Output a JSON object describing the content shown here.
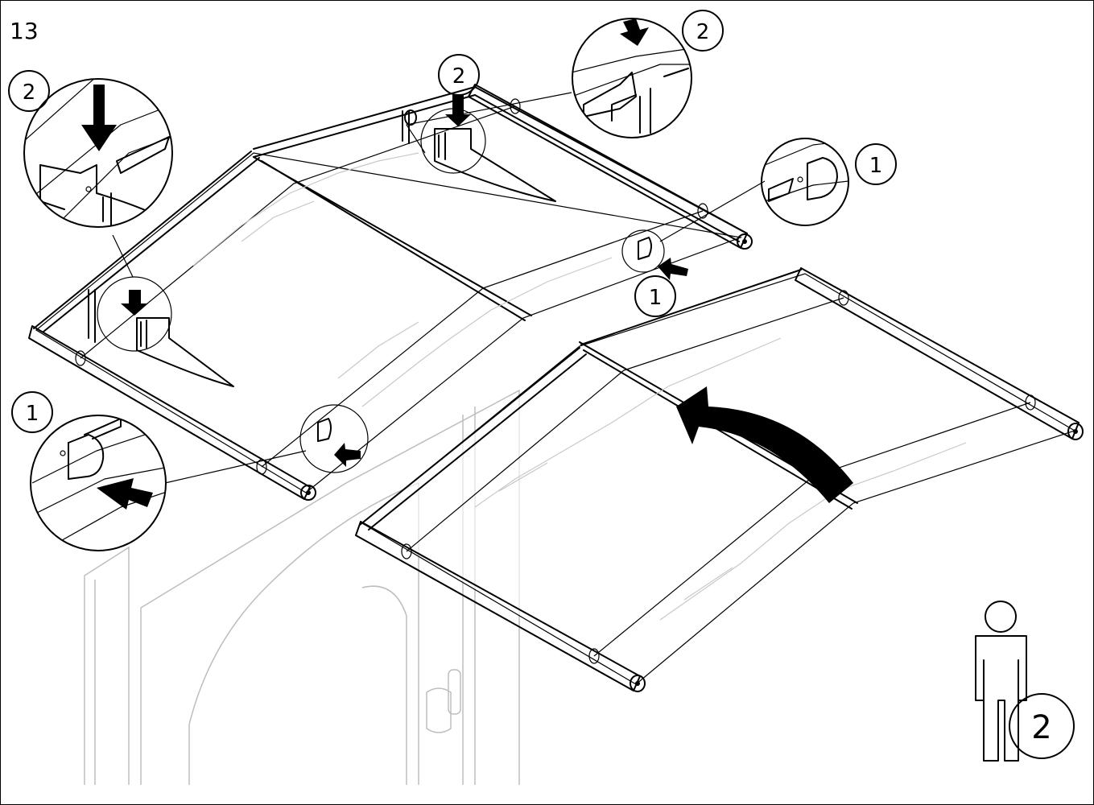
{
  "step": {
    "number": "13"
  },
  "callouts": {
    "badge_2_left": "2",
    "badge_2_center": "2",
    "badge_2_top_right": "2",
    "badge_1_right": "1",
    "badge_1_right_lower": "1",
    "badge_1_left": "1"
  },
  "people": {
    "count": "2",
    "icon": "person-icon"
  },
  "colors": {
    "line": "#000000",
    "door_line": "#bdbdbd",
    "background": "#ffffff"
  }
}
